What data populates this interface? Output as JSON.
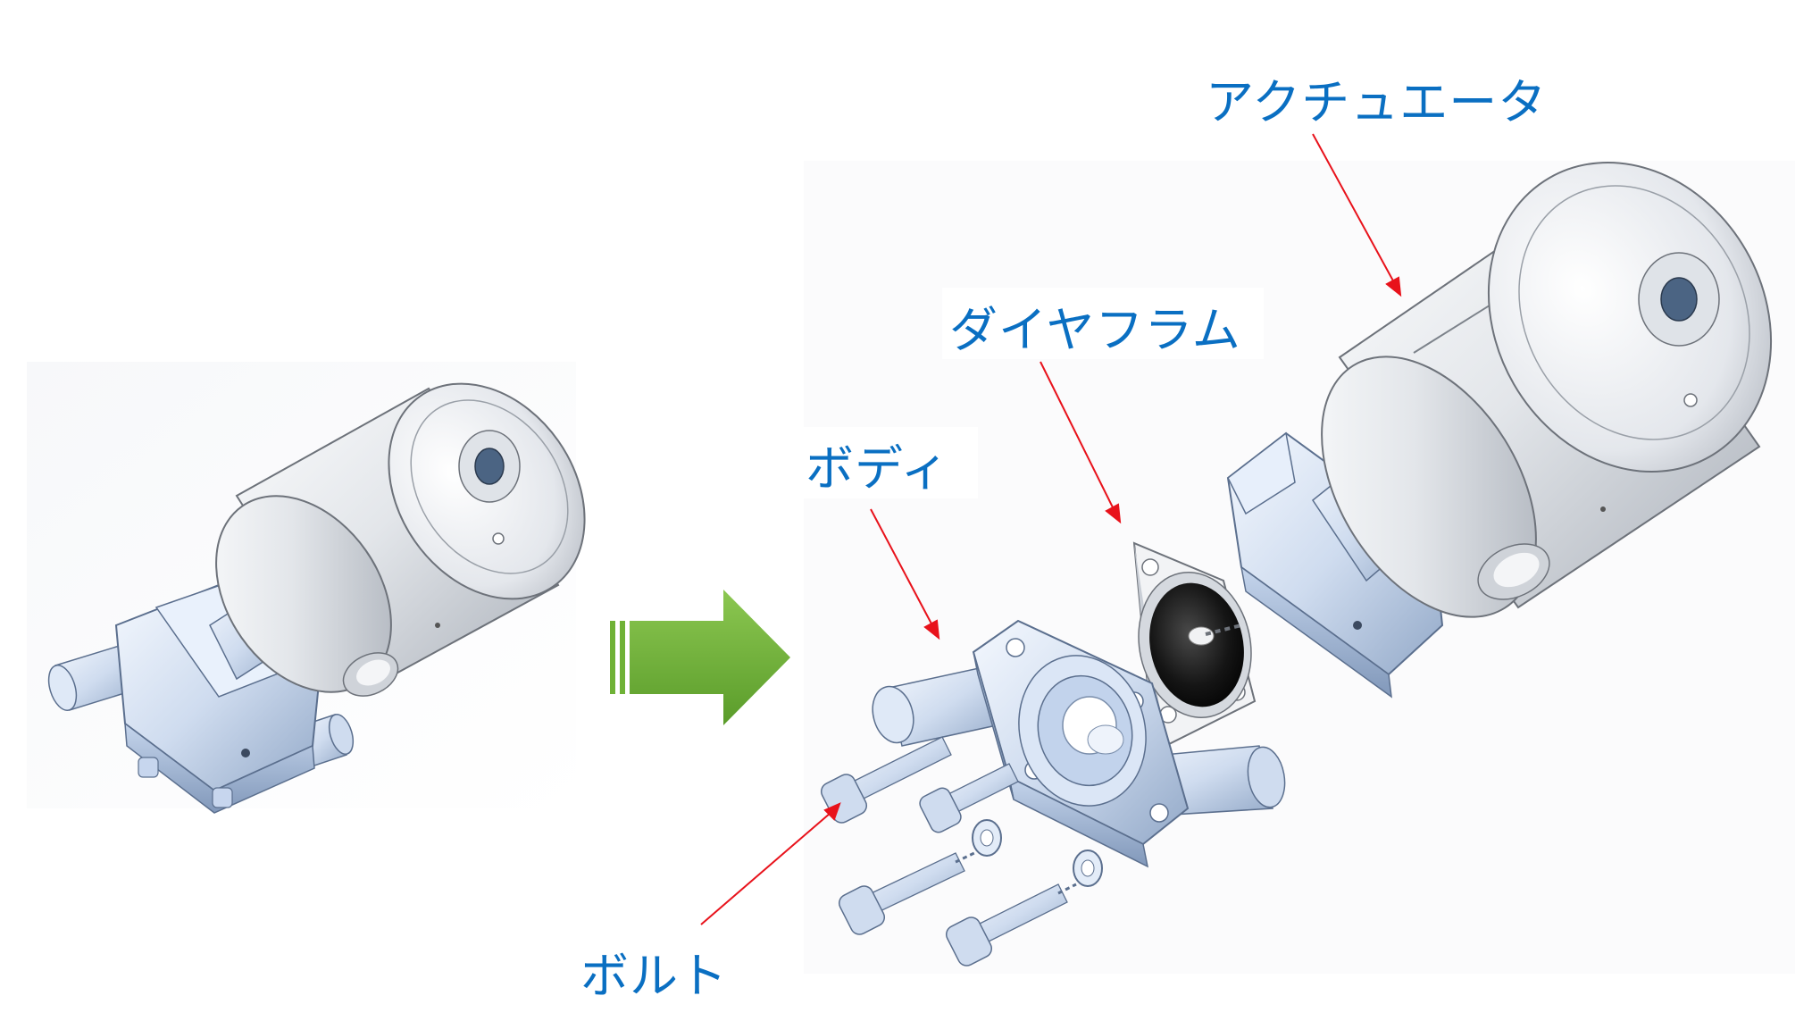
{
  "labels": {
    "actuator": "アクチュエータ",
    "diaphragm": "ダイヤフラム",
    "body": "ボディ",
    "bolt": "ボルト"
  },
  "colors": {
    "label_text": "#0a6fc2",
    "leader_line": "#e8121b",
    "arrow_green": "#6fb236",
    "metal_light": "#f2f4f7",
    "metal_mid": "#c9ced6",
    "metal_dark": "#8c929b",
    "body_blue_light": "#e8f1fc",
    "body_blue_mid": "#bcd0ea",
    "body_blue_dark": "#8aa3c6",
    "diaphragm_black": "#1a1a1a"
  },
  "icons": {
    "transition_arrow": "green-right-arrow-icon"
  }
}
